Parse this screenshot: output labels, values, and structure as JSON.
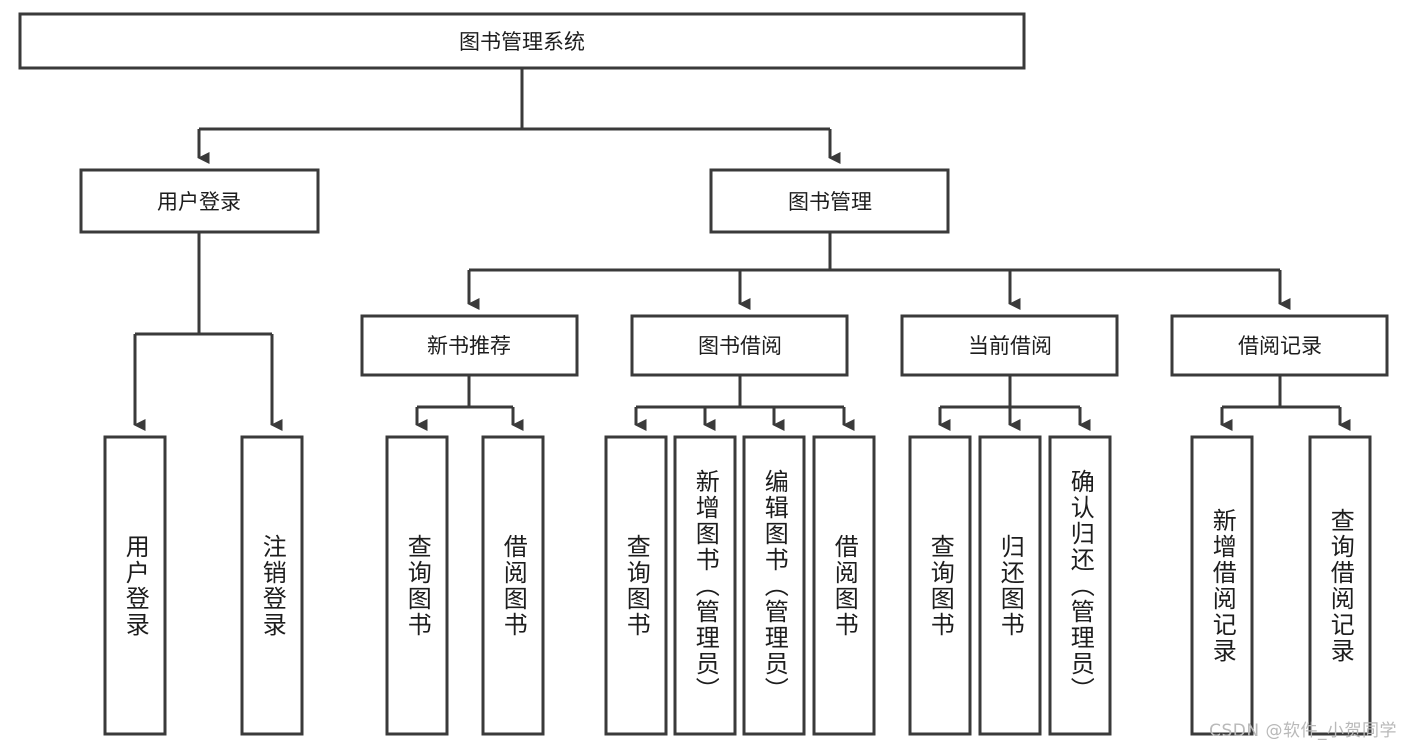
{
  "diagram": {
    "type": "tree-hierarchy",
    "root": {
      "label": "图书管理系统"
    },
    "level2": [
      {
        "label": "用户登录"
      },
      {
        "label": "图书管理"
      }
    ],
    "level3": [
      {
        "label": "新书推荐"
      },
      {
        "label": "图书借阅"
      },
      {
        "label": "当前借阅"
      },
      {
        "label": "借阅记录"
      }
    ],
    "leaves": [
      {
        "label": "用户登录"
      },
      {
        "label": "注销登录"
      },
      {
        "label": "查询图书"
      },
      {
        "label": "借阅图书"
      },
      {
        "label": "查询图书"
      },
      {
        "label": "新增图书（管理员）"
      },
      {
        "label": "编辑图书（管理员）"
      },
      {
        "label": "借阅图书"
      },
      {
        "label": "查询图书"
      },
      {
        "label": "归还图书"
      },
      {
        "label": "确认归还（管理员）"
      },
      {
        "label": "新增借阅记录"
      },
      {
        "label": "查询借阅记录"
      }
    ]
  },
  "watermark": {
    "text": "CSDN @软件_小贺同学"
  },
  "colors": {
    "box_stroke": "#3a3a3a",
    "box_fill": "#ffffff",
    "text": "#1d1d1d",
    "watermark": "#b9b9b9",
    "background": "#ffffff"
  }
}
